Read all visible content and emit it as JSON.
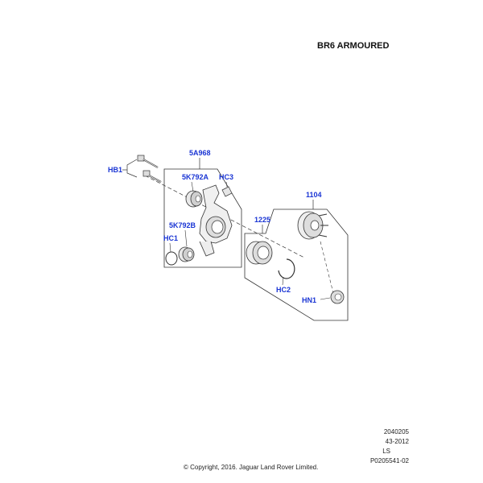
{
  "header": {
    "title": "BR6 ARMOURED"
  },
  "parts": {
    "HB1": "HB1",
    "5A968": "5A968",
    "5K792A": "5K792A",
    "HC3": "HC3",
    "5K792B": "5K792B",
    "HC1": "HC1",
    "1225": "1225",
    "1104": "1104",
    "HC2": "HC2",
    "HN1": "HN1"
  },
  "reference": {
    "line1": "2040205",
    "line2": "43-2012",
    "line3": "LS",
    "line4": "P0205541-02"
  },
  "footer": {
    "copyright": "© Copyright, 2016. Jaguar Land Rover Limited."
  },
  "colors": {
    "label": "#1a35d4",
    "line": "#222222"
  }
}
